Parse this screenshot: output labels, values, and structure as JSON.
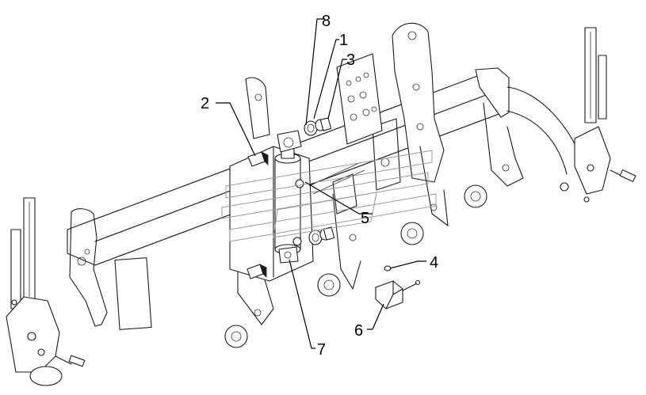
{
  "callouts": [
    {
      "label": "8"
    },
    {
      "label": "1"
    },
    {
      "label": "3"
    },
    {
      "label": "2"
    },
    {
      "label": "5"
    },
    {
      "label": "4"
    },
    {
      "label": "6"
    },
    {
      "label": "7"
    }
  ]
}
